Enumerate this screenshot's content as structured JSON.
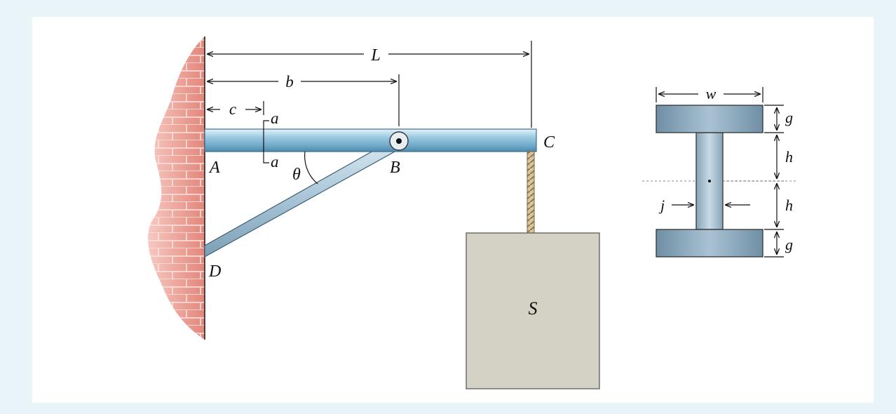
{
  "labels": {
    "L": "L",
    "b": "b",
    "c": "c",
    "a_top": "a",
    "a_bottom": "a",
    "A": "A",
    "B": "B",
    "C": "C",
    "D": "D",
    "theta": "θ",
    "S": "S",
    "w": "w",
    "g_top": "g",
    "h_top": "h",
    "h_bottom": "h",
    "j": "j",
    "g_bottom": "g"
  },
  "colors": {
    "background": "#e8f4f7",
    "panel": "#ffffff",
    "wall": "#e8958a",
    "beam": "#8fc4dc",
    "strut": "#a9c6d8",
    "block": "#d4d2c4",
    "section": "#8aa7ba",
    "rope": "#c9b48a"
  }
}
